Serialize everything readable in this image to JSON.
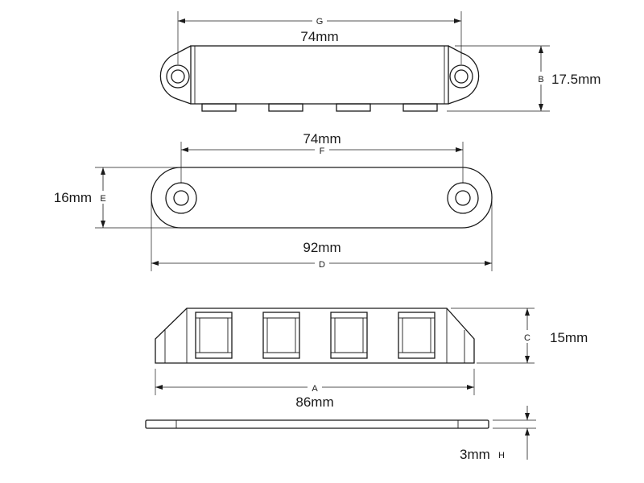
{
  "views": {
    "top": {
      "length": {
        "letter": "G",
        "value": "74mm"
      },
      "width": {
        "letter": "B",
        "value": "17.5mm"
      }
    },
    "plan": {
      "hole_spacing": {
        "letter": "F",
        "value": "74mm"
      },
      "width": {
        "letter": "E",
        "value": "16mm"
      },
      "overall_length": {
        "letter": "D",
        "value": "92mm"
      }
    },
    "front": {
      "height": {
        "letter": "C",
        "value": "15mm"
      },
      "length": {
        "letter": "A",
        "value": "86mm"
      }
    },
    "base": {
      "thickness": {
        "letter": "H",
        "value": "3mm"
      }
    }
  }
}
